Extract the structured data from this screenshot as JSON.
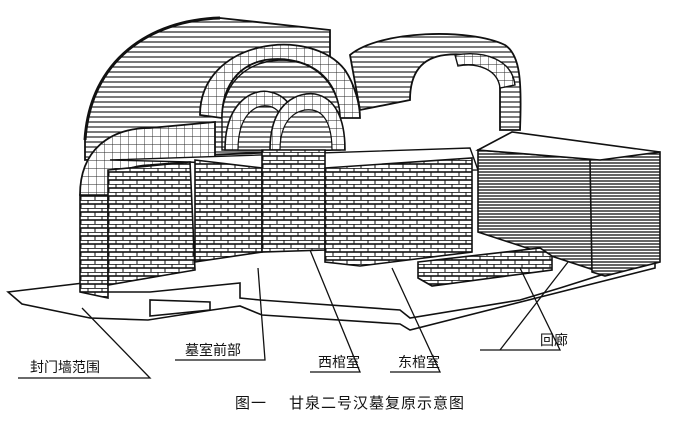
{
  "figure": {
    "number": "图一",
    "title": "甘泉二号汉墓复原示意图"
  },
  "labels": {
    "seal_wall": "封门墙范围",
    "front_chamber": "墓室前部",
    "west_chamber": "西棺室",
    "east_chamber": "东棺室",
    "corridor": "回廊"
  }
}
